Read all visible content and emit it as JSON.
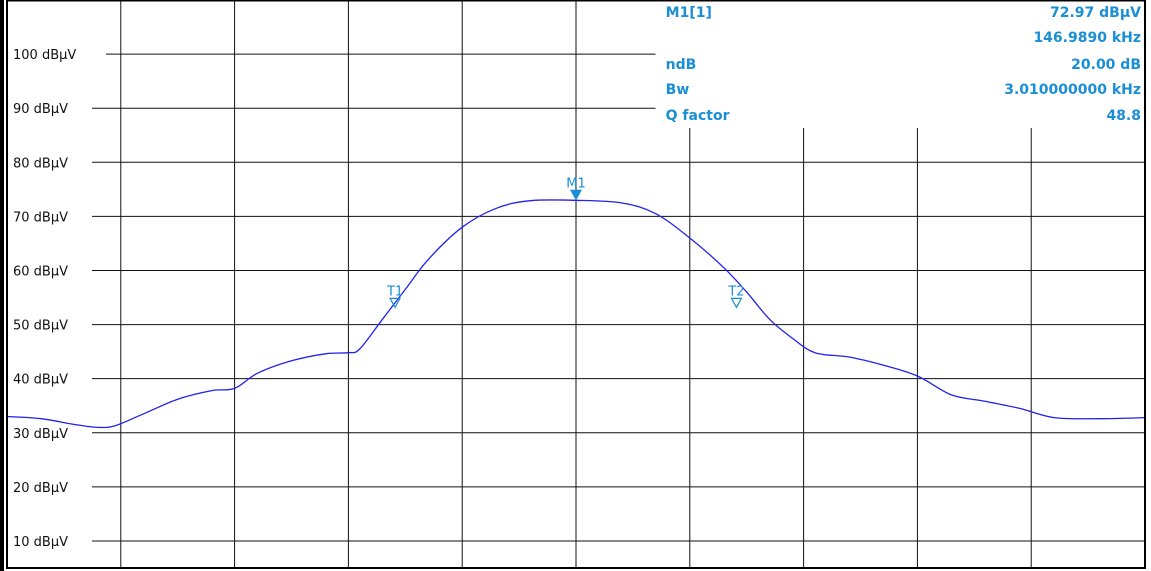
{
  "colors": {
    "trace": "#2222ee",
    "marker": "#1a8fd6",
    "grid": "#111111",
    "frame": "#000000",
    "background": "#ffffff"
  },
  "chart_data": {
    "type": "line",
    "title": "",
    "xlabel": "",
    "ylabel": "",
    "ylim": [
      5,
      110
    ],
    "x_divisions": 10,
    "grid": true,
    "y_ticks": [
      {
        "value": 10,
        "label": "10 dBµV"
      },
      {
        "value": 20,
        "label": "20 dBµV"
      },
      {
        "value": 30,
        "label": "30 dBµV"
      },
      {
        "value": 40,
        "label": "40 dBµV"
      },
      {
        "value": 50,
        "label": "50 dBµV"
      },
      {
        "value": 60,
        "label": "60 dBµV"
      },
      {
        "value": 70,
        "label": "70 dBµV"
      },
      {
        "value": 80,
        "label": "80 dBµV"
      },
      {
        "value": 90,
        "label": "90 dBµV"
      },
      {
        "value": 100,
        "label": "100 dBµV"
      }
    ],
    "series": [
      {
        "x": [
          0.0,
          0.3,
          0.6,
          0.8,
          0.95,
          1.2,
          1.5,
          1.8,
          2.0,
          2.2,
          2.5,
          2.8,
          3.0,
          3.1,
          3.3,
          3.5,
          3.7,
          4.0,
          4.3,
          4.6,
          5.0,
          5.4,
          5.7,
          6.0,
          6.3,
          6.5,
          6.7,
          6.9,
          7.1,
          7.4,
          7.7,
          8.0,
          8.3,
          8.6,
          8.9,
          9.2,
          9.6,
          10.0
        ],
        "values": [
          33.0,
          32.6,
          31.5,
          31.0,
          31.3,
          33.5,
          36.2,
          37.8,
          38.2,
          41.0,
          43.3,
          44.6,
          44.8,
          45.5,
          51.0,
          56.5,
          62.0,
          68.0,
          71.5,
          72.9,
          72.97,
          72.5,
          70.5,
          66.0,
          60.5,
          56.0,
          51.0,
          47.5,
          44.8,
          44.0,
          42.5,
          40.5,
          37.0,
          35.8,
          34.5,
          32.8,
          32.6,
          32.8
        ]
      }
    ],
    "markers": [
      {
        "label": "M1",
        "x": 5.0,
        "value": 72.97,
        "filled": true
      },
      {
        "label": "T1",
        "x": 3.41,
        "value": 53.0,
        "filled": false
      },
      {
        "label": "T2",
        "x": 6.41,
        "value": 53.0,
        "filled": false
      }
    ],
    "marker_info": [
      {
        "label": "M1[1]",
        "value": "72.97 dBµV"
      },
      {
        "label": "",
        "value": "146.9890 kHz"
      },
      {
        "label": "ndB",
        "value": "20.00 dB"
      },
      {
        "label": "Bw",
        "value": "3.010000000 kHz"
      },
      {
        "label": "Q factor",
        "value": "48.8"
      }
    ]
  }
}
